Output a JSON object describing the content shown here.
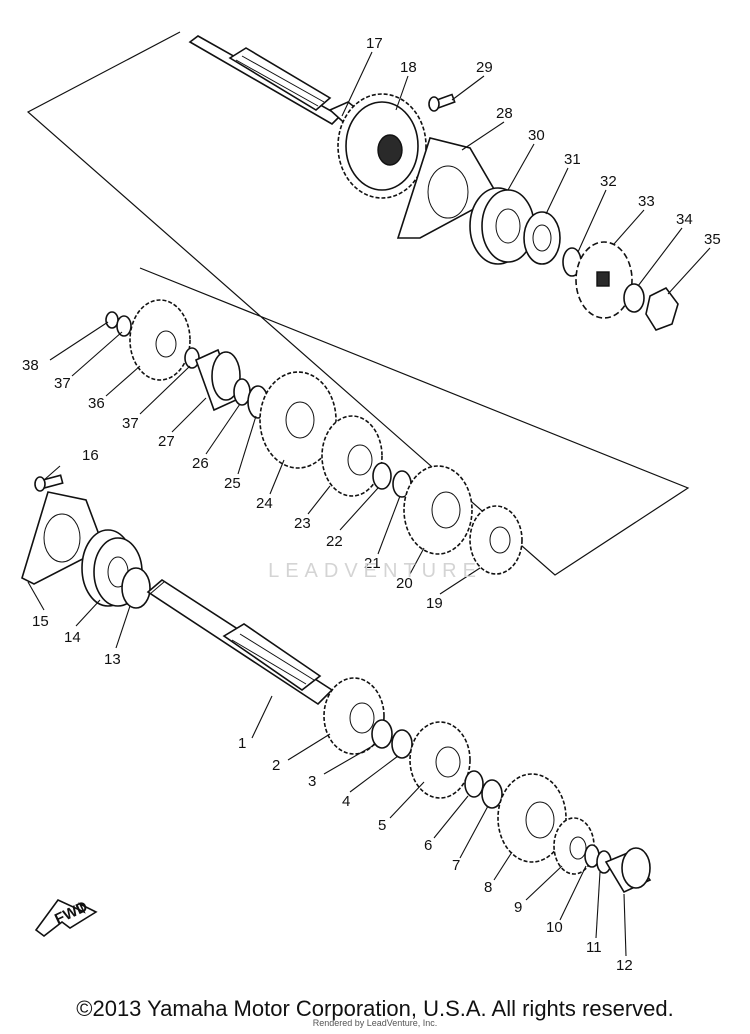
{
  "diagram": {
    "watermark": "LEADVENTURE",
    "fwd_label": "FWD",
    "copyright": "©2013 Yamaha Motor Corporation, U.S.A. All rights reserved.",
    "rendered_by": "Rendered by LeadVenture, Inc.",
    "callouts": [
      "1",
      "2",
      "3",
      "4",
      "5",
      "6",
      "7",
      "8",
      "9",
      "10",
      "11",
      "12",
      "13",
      "14",
      "15",
      "16",
      "17",
      "18",
      "19",
      "20",
      "21",
      "22",
      "23",
      "24",
      "25",
      "26",
      "27",
      "28",
      "29",
      "30",
      "31",
      "32",
      "33",
      "34",
      "35",
      "36",
      "37",
      "37",
      "38"
    ]
  }
}
